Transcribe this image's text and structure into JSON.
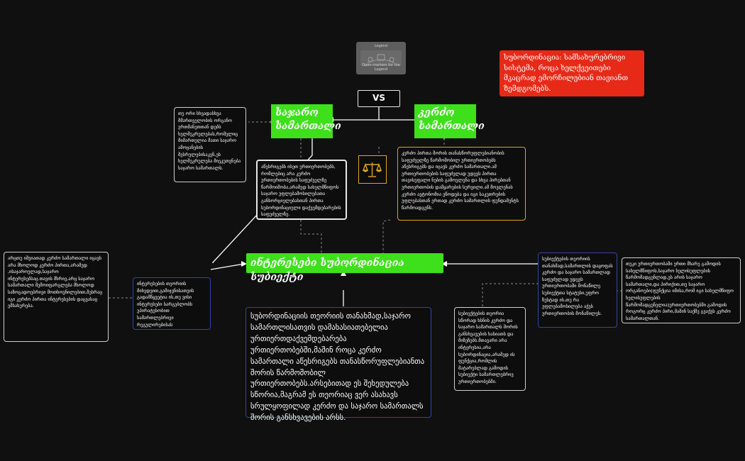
{
  "legend": {
    "title": "Legend",
    "footer": "Open markers for the Legend"
  },
  "vs_label": "VS",
  "red_note": "სუბორდინაცია: სამსახურებრივი სისტემა, როცა ხელქვეითები მკაცრად ემორჩილებიან თავიანთ ზემდგომებს.",
  "public_law": "საჯარო სამართალი",
  "private_law": "კერძო სამართალი",
  "center_node": "ინტერესები სუბორდინაცია სუბიექტი",
  "notes": {
    "public_side": "თუ ორი სხვადასხვა მმართველობის ორგანო ერთმანეთთან დებს ხელშეკრულებას,რომელიც მიმართულია მათი საჯარო ამოცანების შესრულებისაკენ,ეს ხელშეკრულება მიეკუთვნება საჯარო სამართალს.",
    "public_desc": "აწესრიგებს ისეთ ურთიერთობებს, რომლებიც არა კერძო ურთიერთობების საფუძველზე წარმოიშობა,არამედ სახელმწიფოს საჯარო უფლებამოსილებათა განხორციელებასთან პირთა სუბორდინაციული დაქვემდებარების საფუძველზე.",
    "private_desc": "კერძო პირთა შორის თანასწორუფლებიანობის საფუძველზე წარმოშობილ ურთიერთობებს აწესრიგებს და იცავს კერძო სამართალი.ამ ურთიერთობების საფუძვლად უდევს პირთა თავისუფალი ნების გამოვლენა და სხვა პირებთან ურთიერთობის დამყარების სურვილი.ამ მოვლენას კერძო ავტონომია ეწოდება და იგი საკუთრების უფლებასთან ერთად კერძო სამართლის ფუნდამენტს წარმოადგენს.",
    "interests_left": "არცთუ იშვიათად კერძო სამართალი იცავს არა მხოლოდ კერძო პირთა,არამედ ,ისაჯაროულად,საჯარო ინტერესებსაც.თავის მხრივ,არც საჯარო სამართალი შემოიფარგლება მხოლოდ საზოგადოებრივი მოთხოვნილებით,შესრაც იგი კერძო პირთა ინტერესების დაცვასაც ემსახურება.",
    "interests_blue": "ინტერესების თეორიის მიხედვით,გამიჯვნისათვის გადამწყვეტია ის,თუ ვისი ინტერესები სარგებლობს უპირატესობით სამართლებრივი რეგულირებისას",
    "subordination": "სუბორდინაციის თეორიის თანახმად,საჯარო სამართლისათვის დამახასიათებელია ურთიერთდაქვემდებარება ურთიერთობებში,მაშინ როცა კერძო სამართალი აწესრიგებს თანასწორუფლებიანთა შორის წარმოშობილ ურთიერთობებს.არსებითად ეს შეხედულება სწორია,მაგრამ ეს თეორიაც ვერ ასახავს სრულყოფილად კერძო და საჯარო სამართალს შორის განსხვავების არსს.",
    "subject_blue": "სუბიექტების თეორიის თანახმად,სამართლის დაყოფას კერძო და საჯარო სამართლად საფუძვლად უდევს ურთიერთობაში მონაწილე სუბიექტთა სტატუსი,უფრო ზუსტად ის,თუ რა უფლებამოსილება აქვს ურთიერთობის მონაწილეს.",
    "subject_inner": "სუბიექტების თეორია სწორად ხსნის კერძო და საჯარო სამართალს შორის განსხვავების ხასიათს და მიზეზებს.მთავარი არა ინტერესია,არა სუბორდინაცია,არამედ ის ფუნქცია,რომლის მატარებლად გამოდის სუბიექტი სამართლებრივ ურთიერთობებში.",
    "subject_right": "თუკი ურთიერთობაში ერთი მხარე გამოდის სახელმწიფოს,საჯარო ხელისუფლების წარმომადგენლად,ეს არის საჯარო სამართალი,და პირიქით,თუ საჯარო ორგანოები(ფუნქცია იმისა,რომ იგი სახელმწიფო ხელისუფლების წარმომადგენელია)ურთიერთობებში გამოდის როგორც კერძო პირი,მაშინ საქმე გვაქვს კერძო სამართალთან."
  }
}
